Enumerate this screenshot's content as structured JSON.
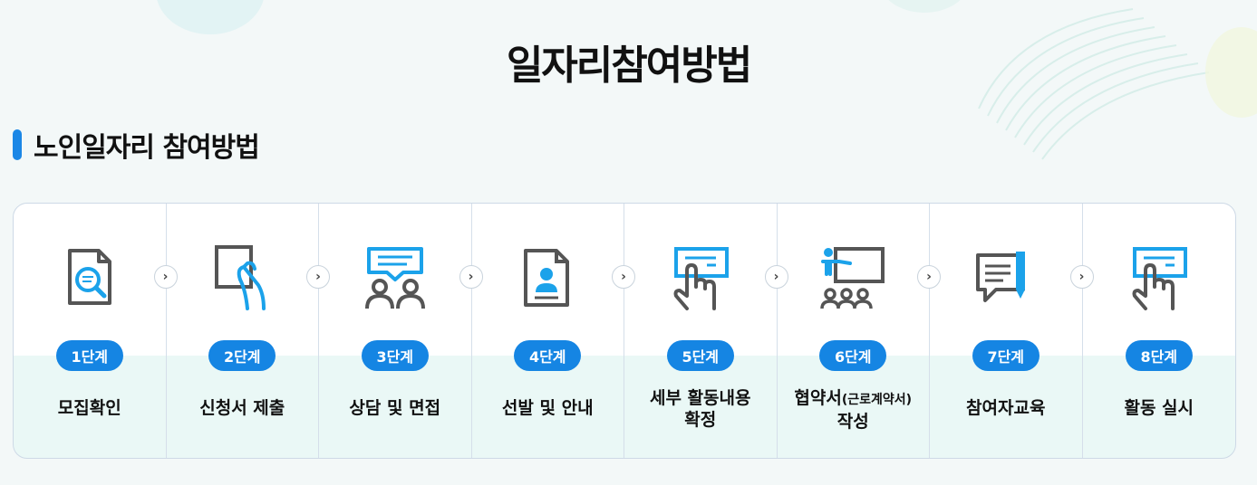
{
  "page": {
    "title": "일자리참여방법"
  },
  "section": {
    "title": "노인일자리 참여방법"
  },
  "steps": [
    {
      "badge": "1단계",
      "label": "모집확인",
      "icon": "document-search-icon"
    },
    {
      "badge": "2단계",
      "label": "신청서 제출",
      "icon": "hand-submit-document-icon"
    },
    {
      "badge": "3단계",
      "label": "상담 및 면접",
      "icon": "consultation-people-icon"
    },
    {
      "badge": "4단계",
      "label": "선발 및 안내",
      "icon": "profile-document-icon"
    },
    {
      "badge": "5단계",
      "label_line1": "세부 활동내용",
      "label_line2": "확정",
      "icon": "touch-screen-icon"
    },
    {
      "badge": "6단계",
      "label_line1": "협약서",
      "label_small": "(근로계약서)",
      "label_line2": "작성",
      "icon": "presentation-board-icon"
    },
    {
      "badge": "7단계",
      "label": "참여자교육",
      "icon": "speech-note-pen-icon"
    },
    {
      "badge": "8단계",
      "label": "활동 실시",
      "icon": "touch-screen-icon"
    }
  ],
  "colors": {
    "accent": "#1585e3",
    "section_bar": "#1b87e6",
    "icon_gray": "#5a5a5a",
    "icon_blue": "#1ba2ea"
  }
}
